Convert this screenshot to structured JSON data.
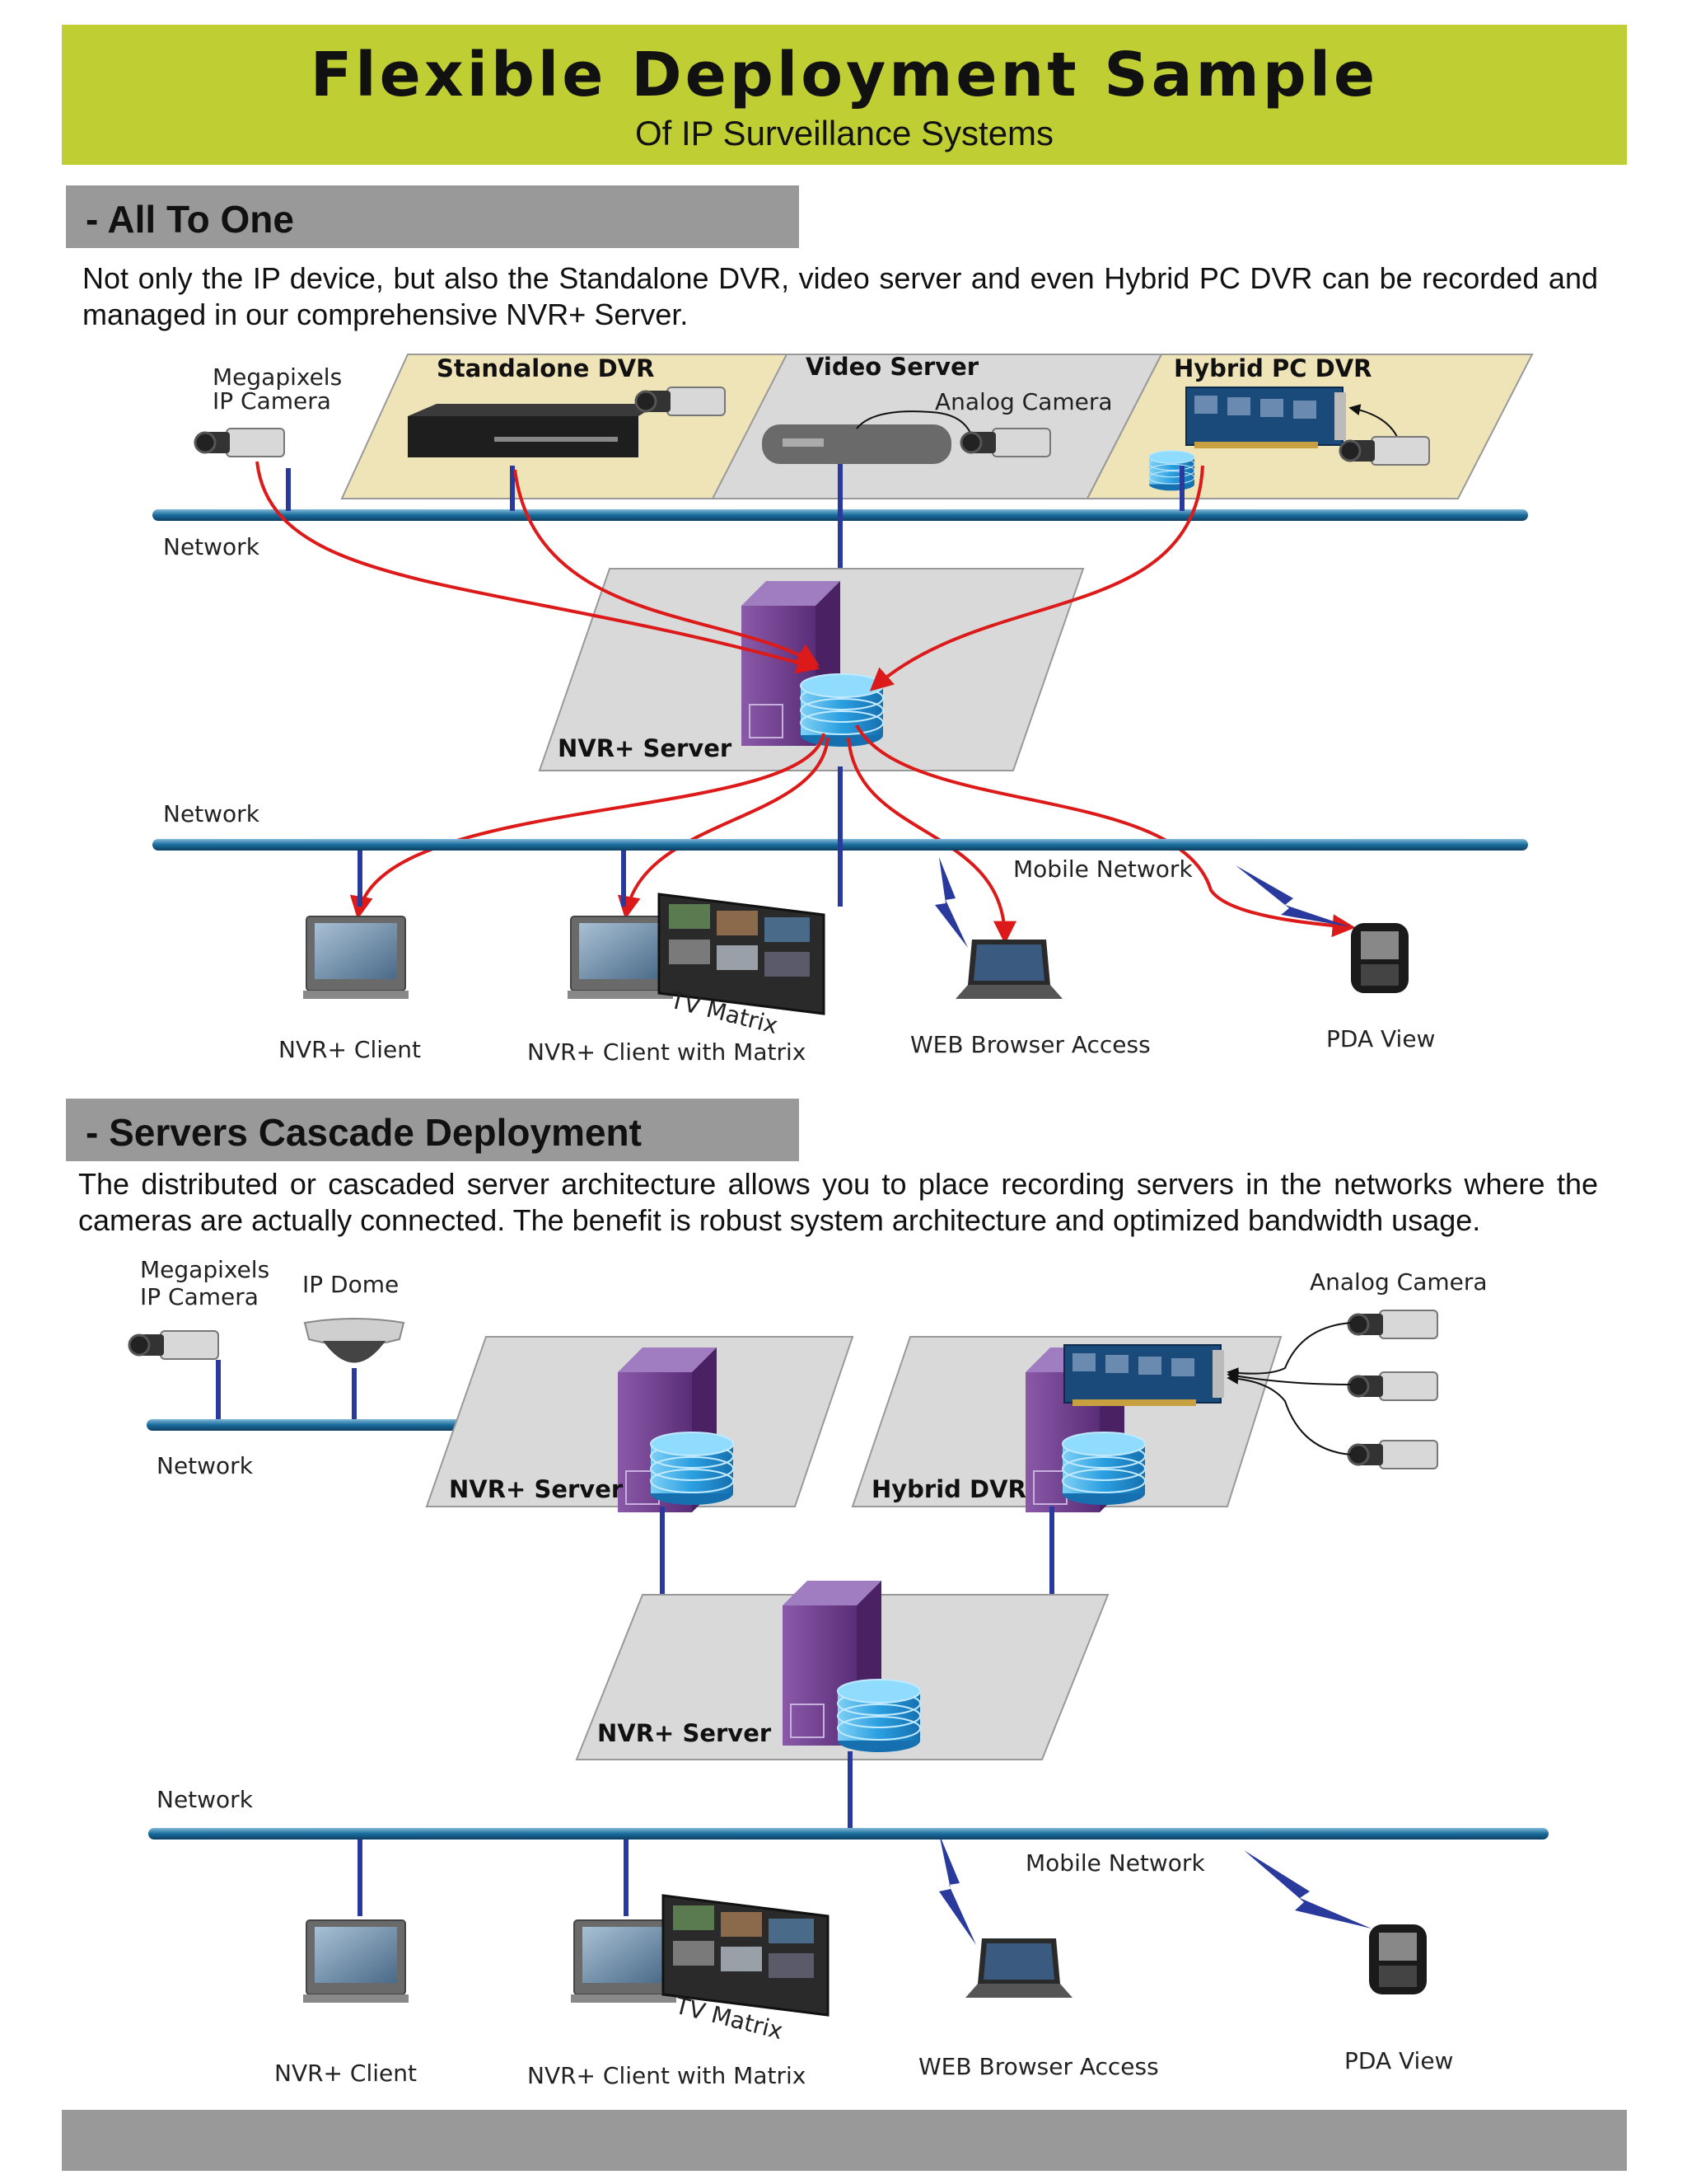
{
  "header": {
    "title": "Flexible Deployment Sample",
    "subtitle": "Of IP Surveillance Systems"
  },
  "section1": {
    "heading": "- All To One",
    "description": "Not only the IP device, but also the Standalone DVR, video server and even Hybrid PC DVR can be recorded and managed in our comprehensive NVR+ Server.",
    "labels": {
      "megapixels_line1": "Megapixels",
      "megapixels_line2": "IP Camera",
      "standalone_dvr": "Standalone DVR",
      "video_server": "Video Server",
      "analog_camera": "Analog Camera",
      "hybrid_pc_dvr": "Hybrid PC DVR",
      "network_top": "Network",
      "nvr_server": "NVR+ Server",
      "network_bottom": "Network",
      "mobile_network": "Mobile Network",
      "tv_matrix": "TV Matrix",
      "nvr_client": "NVR+ Client",
      "nvr_client_matrix": "NVR+ Client with Matrix",
      "web_browser": "WEB Browser Access",
      "pda_view": "PDA View"
    }
  },
  "section2": {
    "heading": "- Servers Cascade Deployment",
    "description": "The distributed or cascaded server architecture allows you to place recording servers in the networks where the cameras are actually connected. The benefit is robust system architecture and optimized bandwidth usage.",
    "labels": {
      "megapixels_line1": "Megapixels",
      "megapixels_line2": "IP Camera",
      "ip_dome": "IP Dome",
      "analog_camera": "Analog Camera",
      "network_top": "Network",
      "nvr_server_left": "NVR+ Server",
      "hybrid_dvr": "Hybrid  DVR",
      "nvr_server_center": "NVR+ Server",
      "network_bottom": "Network",
      "mobile_network": "Mobile Network",
      "tv_matrix": "TV Matrix",
      "nvr_client": "NVR+ Client",
      "nvr_client_matrix": "NVR+ Client with Matrix",
      "web_browser": "WEB Browser Access",
      "pda_view": "PDA View"
    }
  },
  "colors": {
    "header_bg": "#bfcf33",
    "section_bar": "#999999",
    "network_bus": "#1a6c9c",
    "connection_red": "#dd1a1a",
    "link_blue": "#2a3a9c",
    "server_purple": "#6a3b8c",
    "platform_tan": "#efe4b8",
    "platform_gray": "#d9d9d9"
  }
}
